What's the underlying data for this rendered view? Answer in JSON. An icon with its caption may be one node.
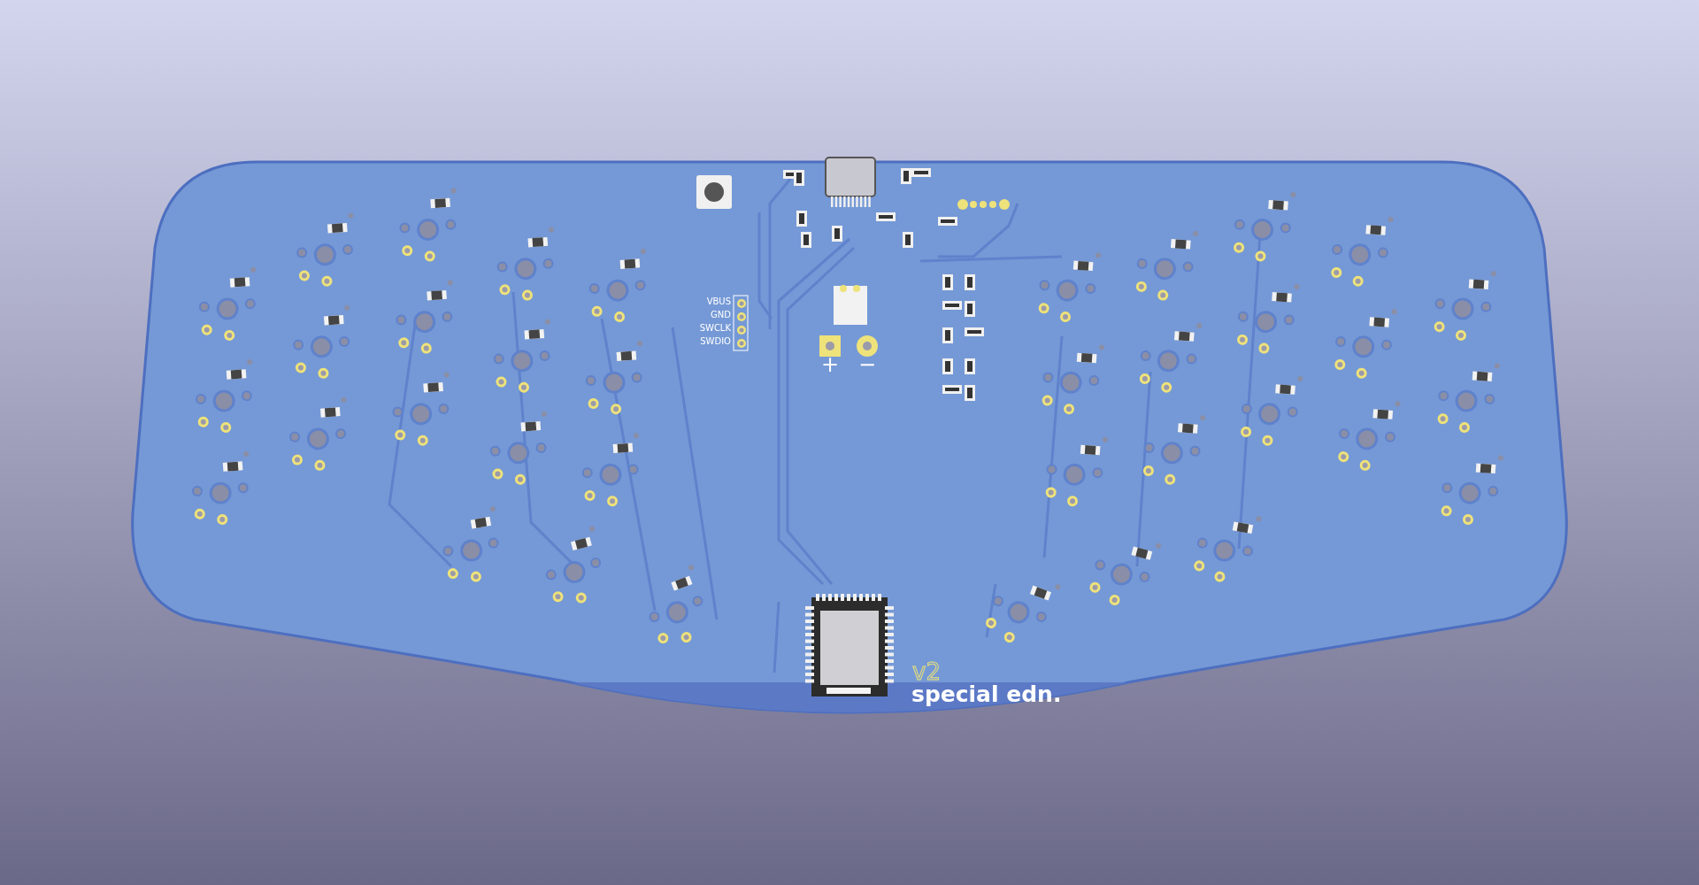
{
  "diagram": {
    "labels": [
      "VBUS",
      "GND",
      "SWCLK",
      "SWDIO",
      "+",
      "−",
      "v2",
      "special edn."
    ]
  }
}
